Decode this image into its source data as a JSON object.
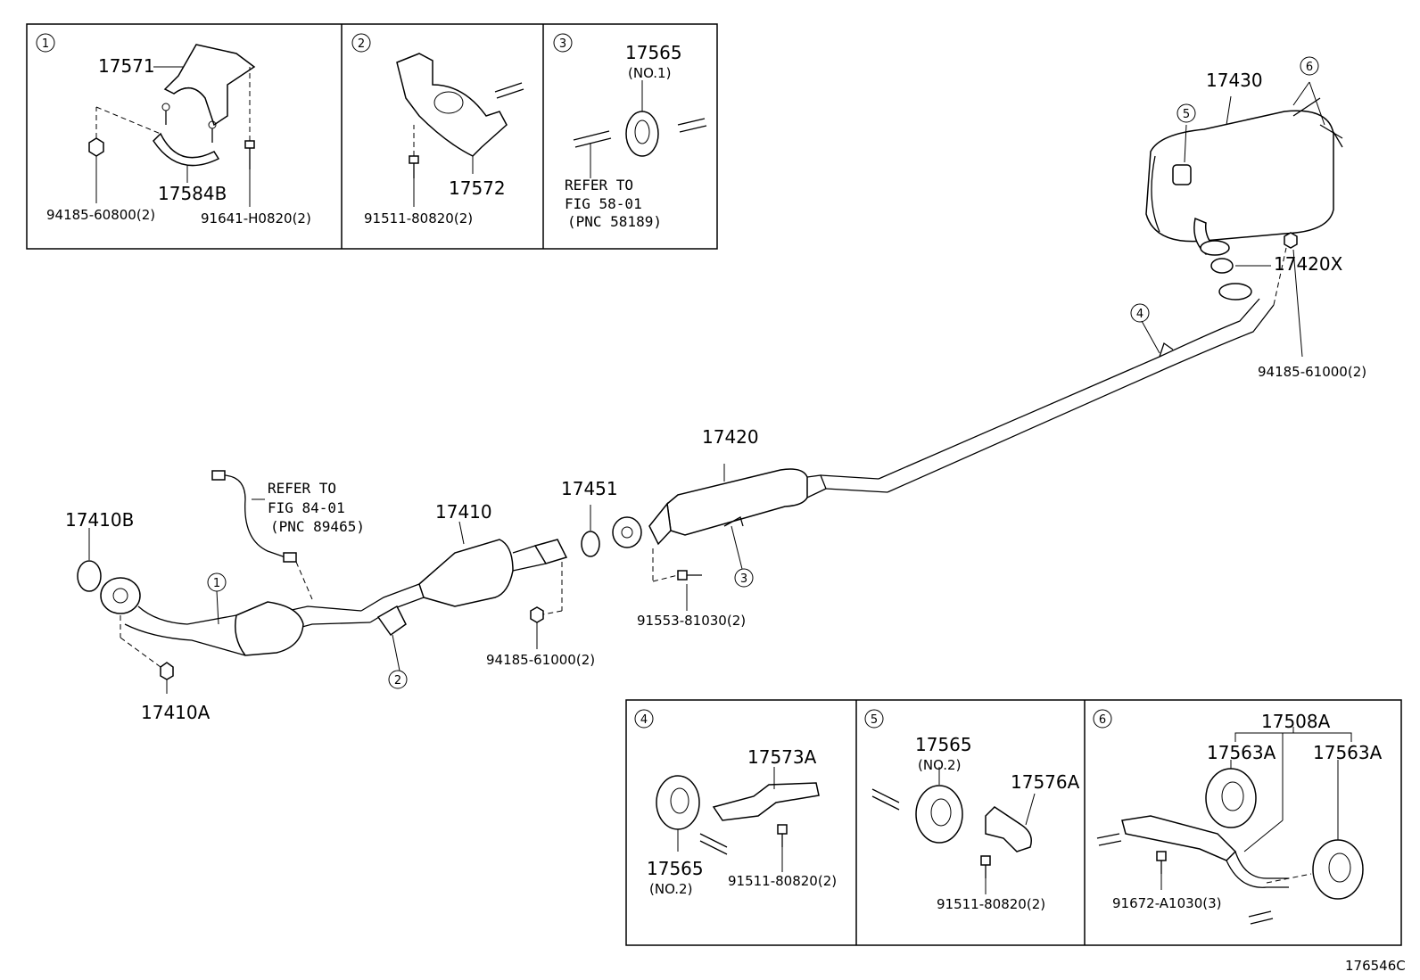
{
  "diagram_code": "176546C",
  "parts": {
    "p17571": "17571",
    "p17584B": "17584B",
    "p94185_60800": "94185-60800(2)",
    "p91641_H0820": "91641-H0820(2)",
    "p17572": "17572",
    "p91511_80820_a": "91511-80820(2)",
    "p17565_top": "17565",
    "p17565_top_note": "(NO.1)",
    "p17430": "17430",
    "p17420X": "17420X",
    "p94185_61000_right": "94185-61000(2)",
    "p17420": "17420",
    "p17451": "17451",
    "p17410": "17410",
    "p17410B": "17410B",
    "p17410A": "17410A",
    "p91553_81030": "91553-81030(2)",
    "p94185_61000_mid": "94185-61000(2)",
    "p17573A": "17573A",
    "p17565_b4": "17565",
    "p17565_b4_note": "(NO.2)",
    "p91511_80820_b4": "91511-80820(2)",
    "p17565_b5": "17565",
    "p17565_b5_note": "(NO.2)",
    "p17576A": "17576A",
    "p91511_80820_b5": "91511-80820(2)",
    "p17508A": "17508A",
    "p17563A_left": "17563A",
    "p17563A_right": "17563A",
    "p91672_A1030": "91672-A1030(3)"
  },
  "refs": {
    "fig58_line1": "REFER TO",
    "fig58_line2": "FIG 58-01",
    "fig58_line3": "(PNC 58189)",
    "fig84_line1": "REFER TO",
    "fig84_line2": "FIG 84-01",
    "fig84_line3": "(PNC 89465)"
  },
  "callouts": {
    "c1": "1",
    "c2": "2",
    "c3": "3",
    "c4": "4",
    "c5": "5",
    "c6": "6"
  }
}
